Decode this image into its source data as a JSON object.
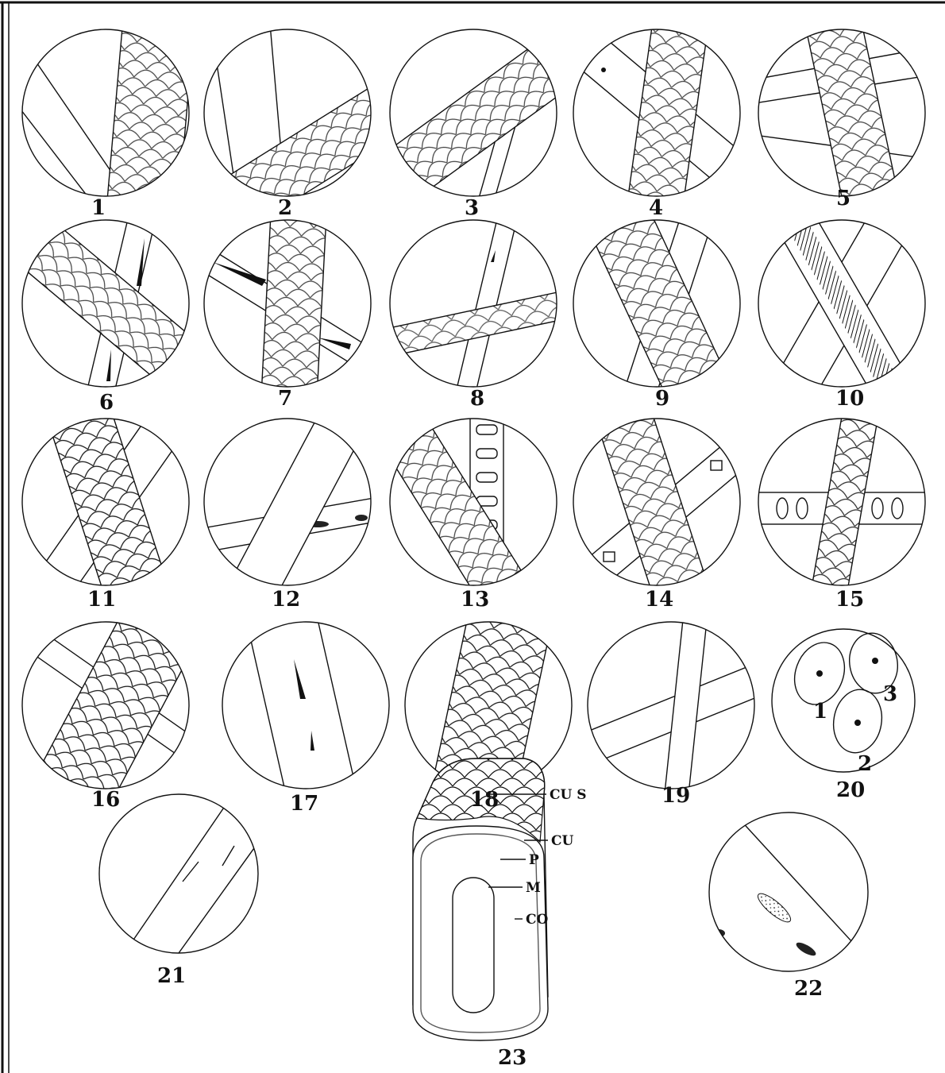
{
  "plate": {
    "figure_numbers": [
      "1",
      "2",
      "3",
      "4",
      "5",
      "6",
      "7",
      "8",
      "9",
      "10",
      "11",
      "12",
      "13",
      "14",
      "15",
      "16",
      "17",
      "18",
      "19",
      "20",
      "21",
      "22",
      "23"
    ],
    "fig20_cells": [
      "1",
      "2",
      "3"
    ],
    "fig23_labels": {
      "cuticle_scales": "CU S",
      "cuticle": "CU",
      "pigment": "P",
      "medulla": "M",
      "cortex": "CO"
    }
  }
}
